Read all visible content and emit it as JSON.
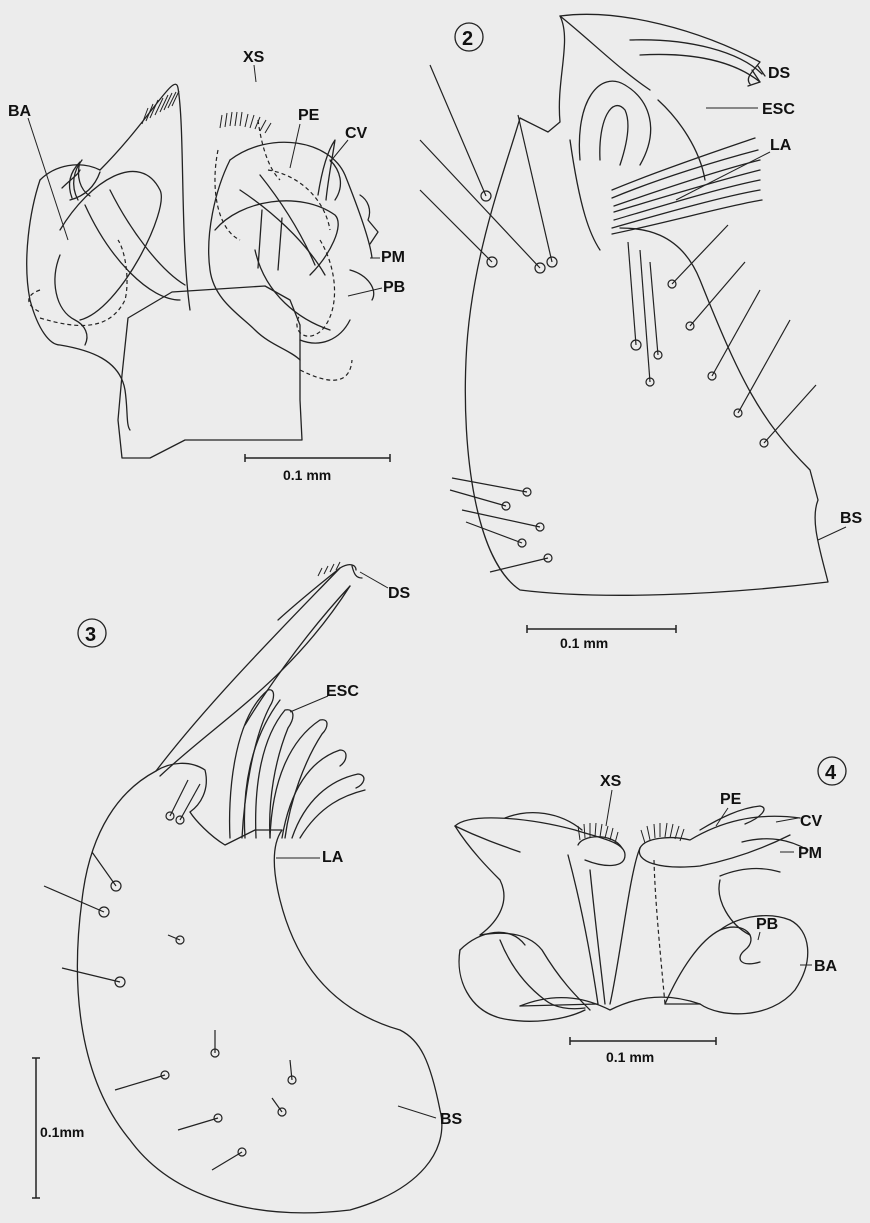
{
  "figures": {
    "fig1": {
      "labels": {
        "ba": "BA",
        "xs": "XS",
        "pe": "PE",
        "cv": "CV",
        "pm": "PM",
        "pb": "PB"
      },
      "scale": "0.1 mm"
    },
    "fig2": {
      "number": "2",
      "labels": {
        "ds": "DS",
        "esc": "ESC",
        "la": "LA",
        "bs": "BS"
      },
      "scale": "0.1 mm"
    },
    "fig3": {
      "number": "3",
      "labels": {
        "ds": "DS",
        "esc": "ESC",
        "la": "LA",
        "bs": "BS"
      },
      "scale": "0.1mm"
    },
    "fig4": {
      "number": "4",
      "labels": {
        "xs": "XS",
        "pe": "PE",
        "cv": "CV",
        "pm": "PM",
        "pb": "PB",
        "ba": "BA"
      },
      "scale": "0.1 mm"
    }
  }
}
